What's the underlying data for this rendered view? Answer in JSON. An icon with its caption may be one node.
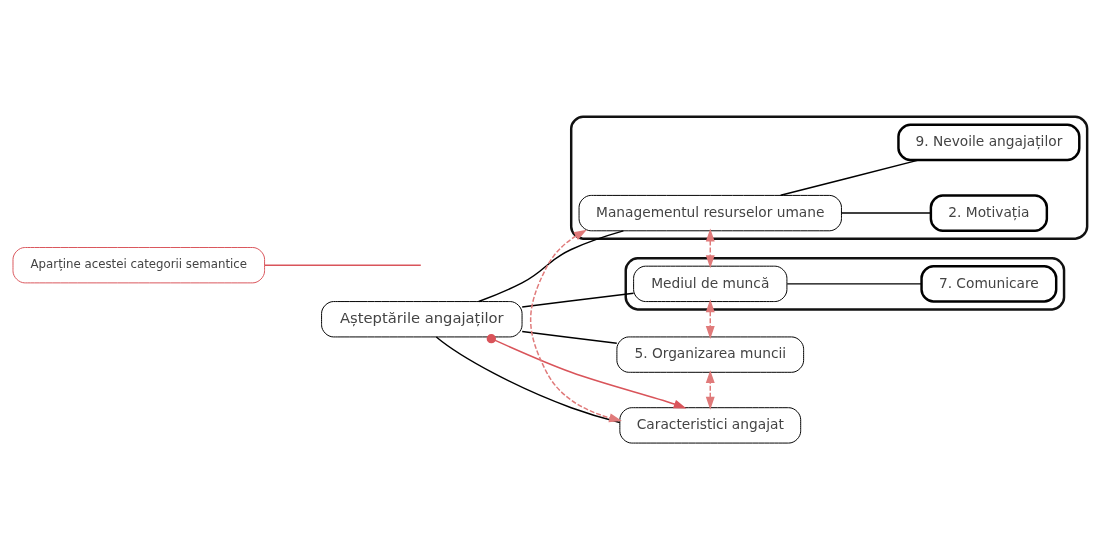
{
  "diagram": {
    "nodes": [
      {
        "text": [
          "Așteptările angajaților"
        ]
      },
      {
        "text": [],
        "shape": "box"
      },
      {
        "text": [
          "Managementul resurselor umane"
        ],
        "in": 1
      },
      {
        "text": [
          "2. Motivația"
        ],
        "in": 1
      },
      {
        "text": [
          "9. Nevoile angajaților"
        ],
        "in": 1
      },
      {
        "text": [],
        "shape": "box"
      },
      {
        "text": [
          "Mediul de muncă"
        ],
        "in": 5
      },
      {
        "text": [
          "7. Comunicare"
        ],
        "in": 5
      },
      {
        "text": [
          "5. Organizarea muncii"
        ]
      },
      {
        "text": [
          "Caracteristici angajat"
        ]
      },
      {
        "text": [
          "Aparține acestei categorii semantice"
        ]
      }
    ],
    "edges": [
      {
        "from": 0,
        "to": 2,
        "arrow": "none"
      },
      {
        "from": 0,
        "to": 6,
        "arrow": "none"
      },
      {
        "from": 0,
        "to": 8,
        "arrow": "none"
      },
      {
        "from": 0,
        "to": 9,
        "arrow": "none"
      },
      {
        "from": 2,
        "to": 3,
        "arrow": "none"
      },
      {
        "from": 2,
        "to": 4,
        "arrow": "none"
      },
      {
        "from": 6,
        "to": 7,
        "arrow": "none"
      },
      {
        "from": 2,
        "to": 6,
        "arrow": "both",
        "style": "dashed",
        "color": "#e07a7a"
      },
      {
        "from": 2,
        "to": 9,
        "arrow": "both",
        "style": "dashed",
        "color": "#e07a7a"
      },
      {
        "from": 6,
        "to": 8,
        "arrow": "both",
        "style": "dashed",
        "color": "#e07a7a"
      },
      {
        "from": 9,
        "to": 8,
        "arrow": "both",
        "style": "dashed",
        "color": "#e07a7a"
      },
      {
        "from": 0,
        "to": 9,
        "arrow": "to",
        "color": "#d9545a"
      },
      {
        "from": 10,
        "to": null,
        "arrow": "none",
        "color": "#d9545a"
      }
    ]
  }
}
